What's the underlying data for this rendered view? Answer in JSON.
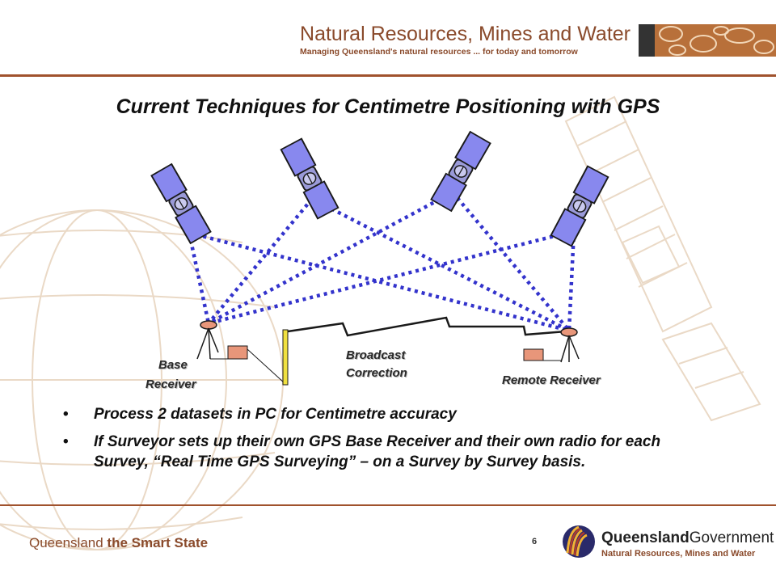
{
  "header": {
    "org_name": "Natural Resources, Mines and Water",
    "tagline": "Managing Queensland's natural resources ... for today and tomorrow"
  },
  "slide": {
    "title": "Current Techniques for Centimetre Positioning with GPS"
  },
  "diagram": {
    "satellite_count": 4,
    "labels": {
      "base_receiver_line1": "Base",
      "base_receiver_line2": "Receiver",
      "broadcast_line1": "Broadcast",
      "broadcast_line2": "Correction",
      "remote_receiver": "Remote Receiver"
    },
    "colors": {
      "signal_line": "#3333cc",
      "satellite_panel": "#8888ee",
      "radio_box": "#e8967a",
      "antenna_mast": "#f0e040"
    }
  },
  "bullets": [
    {
      "marker": "•",
      "text": "Process 2 datasets in PC for Centimetre accuracy"
    },
    {
      "marker": "•",
      "text": "If Surveyor sets up their own GPS Base Receiver and their own radio for each Survey, “Real Time GPS Surveying” – on a Survey by Survey basis."
    }
  ],
  "footer": {
    "state_prefix": "Queensland",
    "state_suffix": "the Smart State",
    "page_number": "6",
    "gov_name_bold": "Queensland",
    "gov_name_regular": "Government",
    "gov_department": "Natural Resources, Mines and Water"
  },
  "theme": {
    "brand_brown": "#8a4a2b",
    "rule_color": "#a0522d"
  }
}
